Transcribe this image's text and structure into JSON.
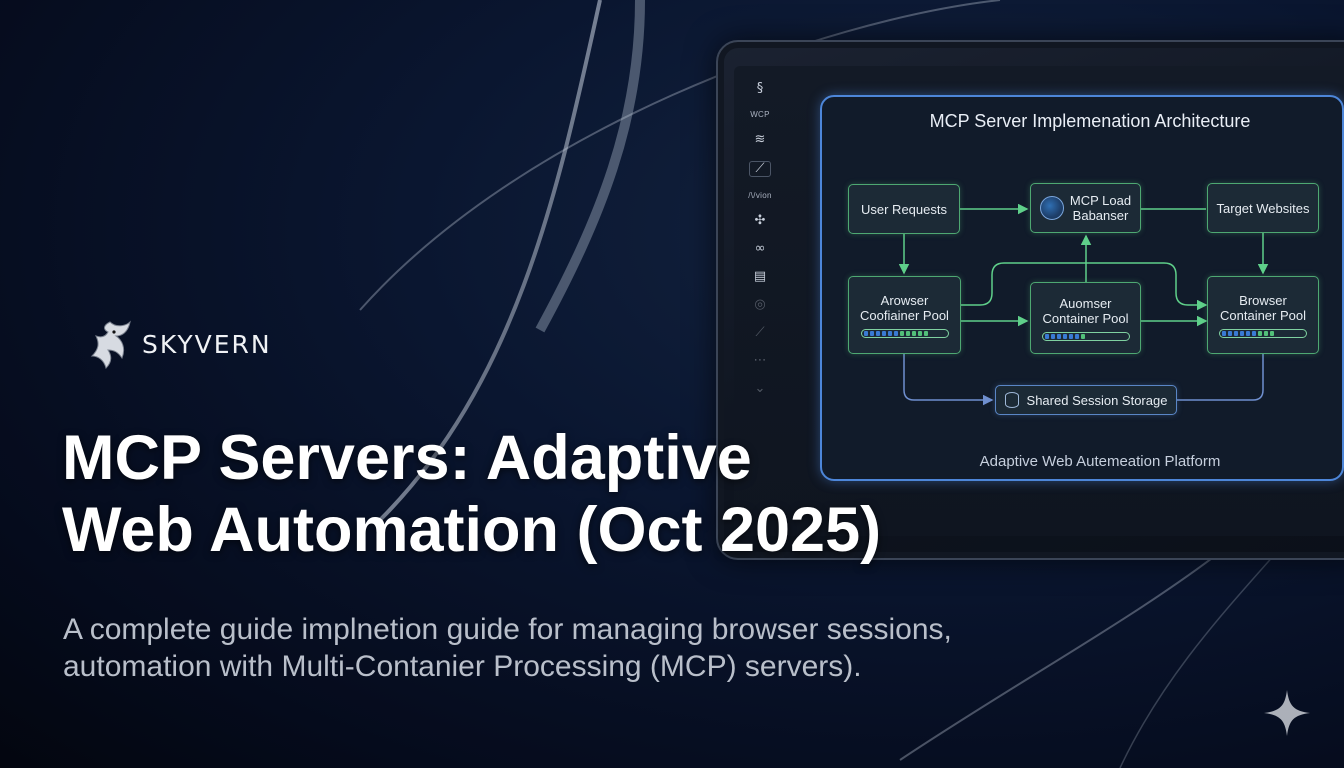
{
  "brand": {
    "name": "SKYVERN",
    "logo_icon": "dragon-icon"
  },
  "headline": {
    "line1": "MCP Servers: Adaptive",
    "line2": "Web Automation (Oct 2025)"
  },
  "subtitle": {
    "line1": "A complete guide implnetion guide for managing browser sessions,",
    "line2": "automation with Multi-Contanier Processing (MCP) servers)."
  },
  "sidebar": {
    "label_top": "WCP",
    "label_mid": "/\\/vion"
  },
  "diagram": {
    "title": "MCP Server Implemenation Architecture",
    "footer": "Adaptive Web Autemeation Platform",
    "nodes": {
      "user_requests": "User Requests",
      "load_balancer_line1": "MCP Load",
      "load_balancer_line2": "Babanser",
      "target_websites": "Target Websites",
      "pool_left_line1": "Arowser",
      "pool_left_line2": "Coofiainer Pool",
      "pool_center_line1": "Auomser",
      "pool_center_line2": "Container Pool",
      "pool_right_line1": "Browser",
      "pool_right_line2": "Container Pool",
      "shared_storage": "Shared Session Storage"
    },
    "colors": {
      "frame": "#4d86d9",
      "node_border": "#4ea872",
      "arrow": "#5fd08a"
    }
  },
  "decor": {
    "sparkle_icon": "sparkle-icon"
  }
}
